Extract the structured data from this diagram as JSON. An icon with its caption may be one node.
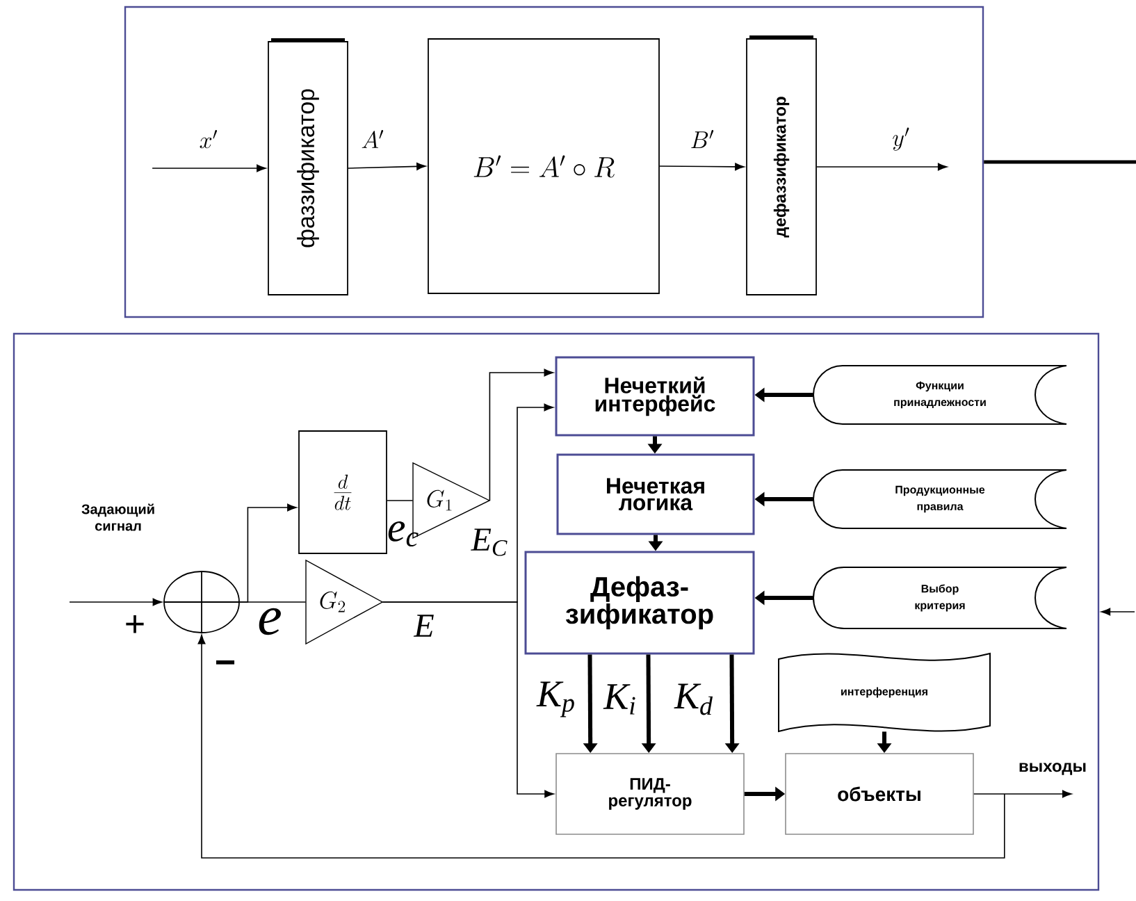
{
  "diagram": {
    "nodes": [
      {
        "text": [],
        "shape": "box"
      },
      {
        "text": [
          "фаззификатор"
        ],
        "in": 0
      },
      {
        "text": [
          "B' = A' \\circ R"
        ],
        "in": 0
      },
      {
        "text": [
          "дефаззификатор"
        ],
        "in": 0
      },
      {
        "text": [],
        "shape": "box"
      },
      {
        "text": [],
        "shape": "circle",
        "in": 4
      },
      {
        "text": [
          "\\frac{d}{dt}"
        ],
        "in": 4
      },
      {
        "text": [
          "G_1"
        ],
        "in": 4
      },
      {
        "text": [
          "G_2"
        ],
        "in": 4
      },
      {
        "text": [
          "Нечеткий интерфейс"
        ],
        "in": 4
      },
      {
        "text": [
          "Нечеткая логика"
        ],
        "in": 4
      },
      {
        "text": [
          "Дефаз- зификатор"
        ],
        "in": 4
      },
      {
        "text": [
          "Функции принадлежности"
        ],
        "in": 4
      },
      {
        "text": [
          "Продукционные правила"
        ],
        "in": 4
      },
      {
        "text": [
          "Выбор критерия"
        ],
        "in": 4
      },
      {
        "text": [
          "интерференция"
        ],
        "in": 4
      },
      {
        "text": [
          "ПИД- регулятор"
        ],
        "in": 4
      },
      {
        "text": [
          "объекты"
        ],
        "in": 4
      }
    ],
    "edges": [
      {
        "from": null,
        "to": 1,
        "arrow": "to",
        "label": "x'"
      },
      {
        "from": 1,
        "to": 2,
        "arrow": "to",
        "label": "A'"
      },
      {
        "from": 2,
        "to": 3,
        "arrow": "to",
        "label": "B'"
      },
      {
        "from": 3,
        "to": null,
        "arrow": "to",
        "label": "y'"
      },
      {
        "from": 0,
        "to": null,
        "arrow": "none",
        "style": "thick"
      },
      {
        "from": null,
        "to": 4,
        "arrow": "to"
      },
      {
        "from": null,
        "to": 5,
        "arrow": "to"
      },
      {
        "from": 5,
        "to": 6,
        "arrow": "to"
      },
      {
        "from": 5,
        "to": 8,
        "arrow": "none",
        "label": "e"
      },
      {
        "from": 6,
        "to": 7,
        "arrow": "none",
        "label": "e$_{c}$"
      },
      {
        "from": 7,
        "to": 9,
        "arrow": "to",
        "label": "E$_{C}$"
      },
      {
        "from": 8,
        "to": 9,
        "arrow": "to",
        "label": "E"
      },
      {
        "from": 8,
        "to": 16,
        "arrow": "to"
      },
      {
        "from": 12,
        "to": 9,
        "arrow": "to",
        "style": "thick"
      },
      {
        "from": 9,
        "to": 10,
        "arrow": "to",
        "style": "thick"
      },
      {
        "from": 13,
        "to": 10,
        "arrow": "to",
        "style": "thick"
      },
      {
        "from": 10,
        "to": 11,
        "arrow": "to",
        "style": "thick"
      },
      {
        "from": 14,
        "to": 11,
        "arrow": "to",
        "style": "thick"
      },
      {
        "from": 11,
        "to": 16,
        "arrow": "to",
        "style": "thick",
        "label": "K$_{p}$"
      },
      {
        "from": 11,
        "to": 16,
        "arrow": "to",
        "style": "thick",
        "label": "K$_{i}$"
      },
      {
        "from": 11,
        "to": 16,
        "arrow": "to",
        "style": "thick",
        "label": "K$_{d}$"
      },
      {
        "from": 15,
        "to": 17,
        "arrow": "to",
        "style": "thick"
      },
      {
        "from": 16,
        "to": 17,
        "arrow": "to",
        "style": "thick"
      },
      {
        "from": 17,
        "to": null,
        "arrow": "to",
        "label": "выходы"
      },
      {
        "from": 17,
        "to": 5,
        "arrow": "to"
      }
    ],
    "labels": [
      "Задающий сигнал",
      "+",
      "−"
    ]
  }
}
